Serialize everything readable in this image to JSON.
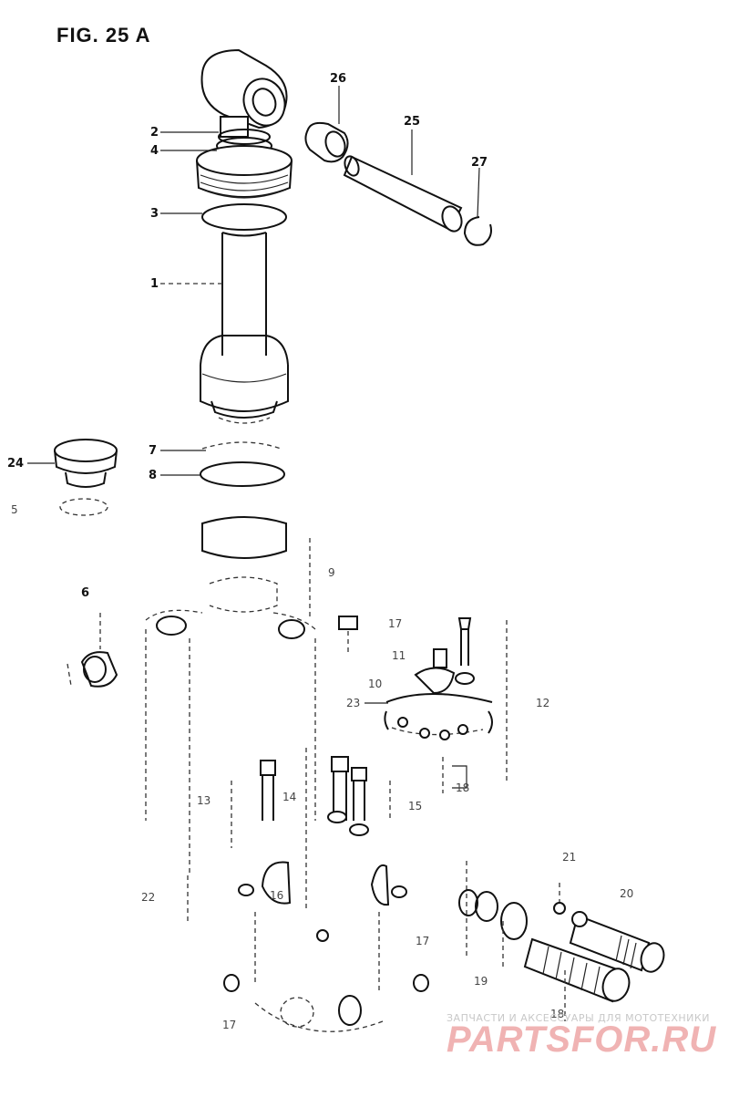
{
  "figure": {
    "title": "FIG. 25  A"
  },
  "callouts": {
    "c1": "1",
    "c2": "2",
    "c3": "3",
    "c4": "4",
    "c5": "5",
    "c6": "6",
    "c7": "7",
    "c8": "8",
    "c9": "9",
    "c10": "10",
    "c11": "11",
    "c12": "12",
    "c13": "13",
    "c14": "14",
    "c15": "15",
    "c16": "16",
    "c17a": "17",
    "c17b": "17",
    "c17c": "17",
    "c18a": "18",
    "c18b": "18",
    "c19": "19",
    "c20": "20",
    "c21": "21",
    "c22": "22",
    "c23": "23",
    "c24": "24",
    "c25": "25",
    "c26": "26",
    "c27": "27"
  },
  "watermark": {
    "tagline": "ЗАПЧАСТИ И АКСЕССУАРЫ ДЛЯ МОТОТЕХНИКИ",
    "brand": "PARTSFOR.RU"
  }
}
